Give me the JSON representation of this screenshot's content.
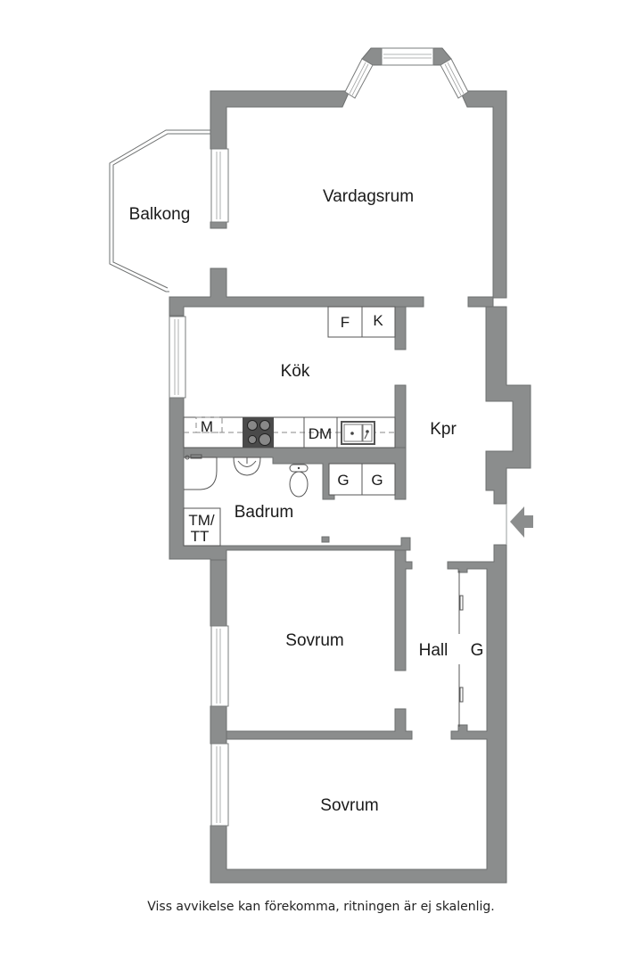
{
  "floorplan": {
    "rooms": {
      "living_room": "Vardagsrum",
      "balcony": "Balkong",
      "kitchen": "Kök",
      "closet_corridor": "Kpr",
      "bathroom": "Badrum",
      "hall": "Hall",
      "bedroom_1": "Sovrum",
      "bedroom_2": "Sovrum"
    },
    "fixtures": {
      "freezer": "F",
      "fridge": "K",
      "microwave": "M",
      "dishwasher": "DM",
      "wardrobe_1": "G",
      "wardrobe_2": "G",
      "hall_wardrobe": "G",
      "washer_dryer_line1": "TM/",
      "washer_dryer_line2": "TT"
    },
    "icons": {
      "entrance": "entrance-arrow-icon",
      "stove": "stove-icon",
      "sink": "kitchen-sink-icon",
      "toilet": "toilet-icon",
      "washbasin": "washbasin-icon",
      "shower": "shower-icon"
    },
    "colors": {
      "wall": "#8b8d8d",
      "background": "#ffffff",
      "text": "#1a1a1a"
    }
  },
  "footer": {
    "disclaimer": "Viss avvikelse kan förekomma, ritningen är ej skalenlig."
  }
}
